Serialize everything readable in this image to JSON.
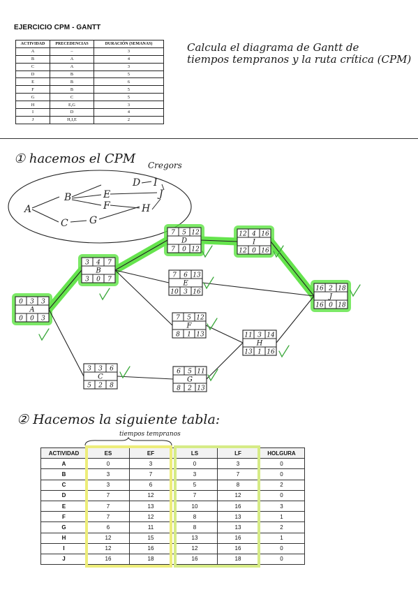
{
  "header": {
    "title": "EJERCICIO CPM - GANTT",
    "note_line1": "Calcula el diagrama de Gantt de",
    "note_line2": "tiempos tempranos y la ruta crítica (CPM)"
  },
  "input_table": {
    "headers": [
      "ACTIVIDAD",
      "PRECEDENCIAS",
      "DURACIÓN (SEMANAS)"
    ],
    "rows": [
      [
        "A",
        "–",
        "3"
      ],
      [
        "B",
        "A",
        "4"
      ],
      [
        "C",
        "A",
        "3"
      ],
      [
        "D",
        "B",
        "5"
      ],
      [
        "E",
        "B",
        "6"
      ],
      [
        "F",
        "B",
        "5"
      ],
      [
        "G",
        "C",
        "5"
      ],
      [
        "H",
        "E,G",
        "3"
      ],
      [
        "I",
        "D",
        "4"
      ],
      [
        "J",
        "H,I,E",
        "2"
      ]
    ]
  },
  "step1": {
    "heading": "① hacemos el CPM",
    "sketch_label": "Cregors",
    "sketch_nodes": [
      "A",
      "B",
      "C",
      "G",
      "D",
      "E",
      "F",
      "I",
      "J",
      "H"
    ],
    "nodes": [
      {
        "id": "A",
        "es": "0",
        "dur": "3",
        "ef": "3",
        "ls": "0",
        "slack": "0",
        "lf": "3",
        "critical": true
      },
      {
        "id": "B",
        "es": "3",
        "dur": "4",
        "ef": "7",
        "ls": "3",
        "slack": "0",
        "lf": "7",
        "critical": true
      },
      {
        "id": "C",
        "es": "3",
        "dur": "3",
        "ef": "6",
        "ls": "5",
        "slack": "2",
        "lf": "8",
        "critical": false
      },
      {
        "id": "D",
        "es": "7",
        "dur": "5",
        "ef": "12",
        "ls": "7",
        "slack": "0",
        "lf": "12",
        "critical": true
      },
      {
        "id": "E",
        "es": "7",
        "dur": "6",
        "ef": "13",
        "ls": "10",
        "slack": "3",
        "lf": "16",
        "critical": false
      },
      {
        "id": "F",
        "es": "7",
        "dur": "5",
        "ef": "12",
        "ls": "8",
        "slack": "1",
        "lf": "13",
        "critical": false
      },
      {
        "id": "G",
        "es": "6",
        "dur": "5",
        "ef": "11",
        "ls": "8",
        "slack": "2",
        "lf": "13",
        "critical": false
      },
      {
        "id": "H",
        "es": "11",
        "dur": "3",
        "ef": "14",
        "ls": "13",
        "slack": "1",
        "lf": "16",
        "critical": false
      },
      {
        "id": "I",
        "es": "12",
        "dur": "4",
        "ef": "16",
        "ls": "12",
        "slack": "0",
        "lf": "16",
        "critical": true
      },
      {
        "id": "J",
        "es": "16",
        "dur": "2",
        "ef": "18",
        "ls": "16",
        "slack": "0",
        "lf": "18",
        "critical": true
      }
    ]
  },
  "step2": {
    "heading": "② Hacemos la siguiente tabla:",
    "brace_label": "tiempos tempranos",
    "headers": [
      "ACTIVIDAD",
      "ES",
      "EF",
      "LS",
      "LF",
      "HOLGURA"
    ],
    "rows": [
      [
        "A",
        "0",
        "3",
        "0",
        "3",
        "0"
      ],
      [
        "B",
        "3",
        "7",
        "3",
        "7",
        "0"
      ],
      [
        "C",
        "3",
        "6",
        "5",
        "8",
        "2"
      ],
      [
        "D",
        "7",
        "12",
        "7",
        "12",
        "0"
      ],
      [
        "E",
        "7",
        "13",
        "10",
        "16",
        "3"
      ],
      [
        "F",
        "7",
        "12",
        "8",
        "13",
        "1"
      ],
      [
        "G",
        "6",
        "11",
        "8",
        "13",
        "2"
      ],
      [
        "H",
        "12",
        "15",
        "13",
        "16",
        "1"
      ],
      [
        "I",
        "12",
        "16",
        "12",
        "16",
        "0"
      ],
      [
        "J",
        "16",
        "18",
        "16",
        "18",
        "0"
      ]
    ]
  },
  "colors": {
    "critical_highlight": "#55e23a",
    "early_times_highlight": "#eded7a",
    "late_times_highlight": "#d6eb86",
    "check_mark": "#3aa83a"
  }
}
